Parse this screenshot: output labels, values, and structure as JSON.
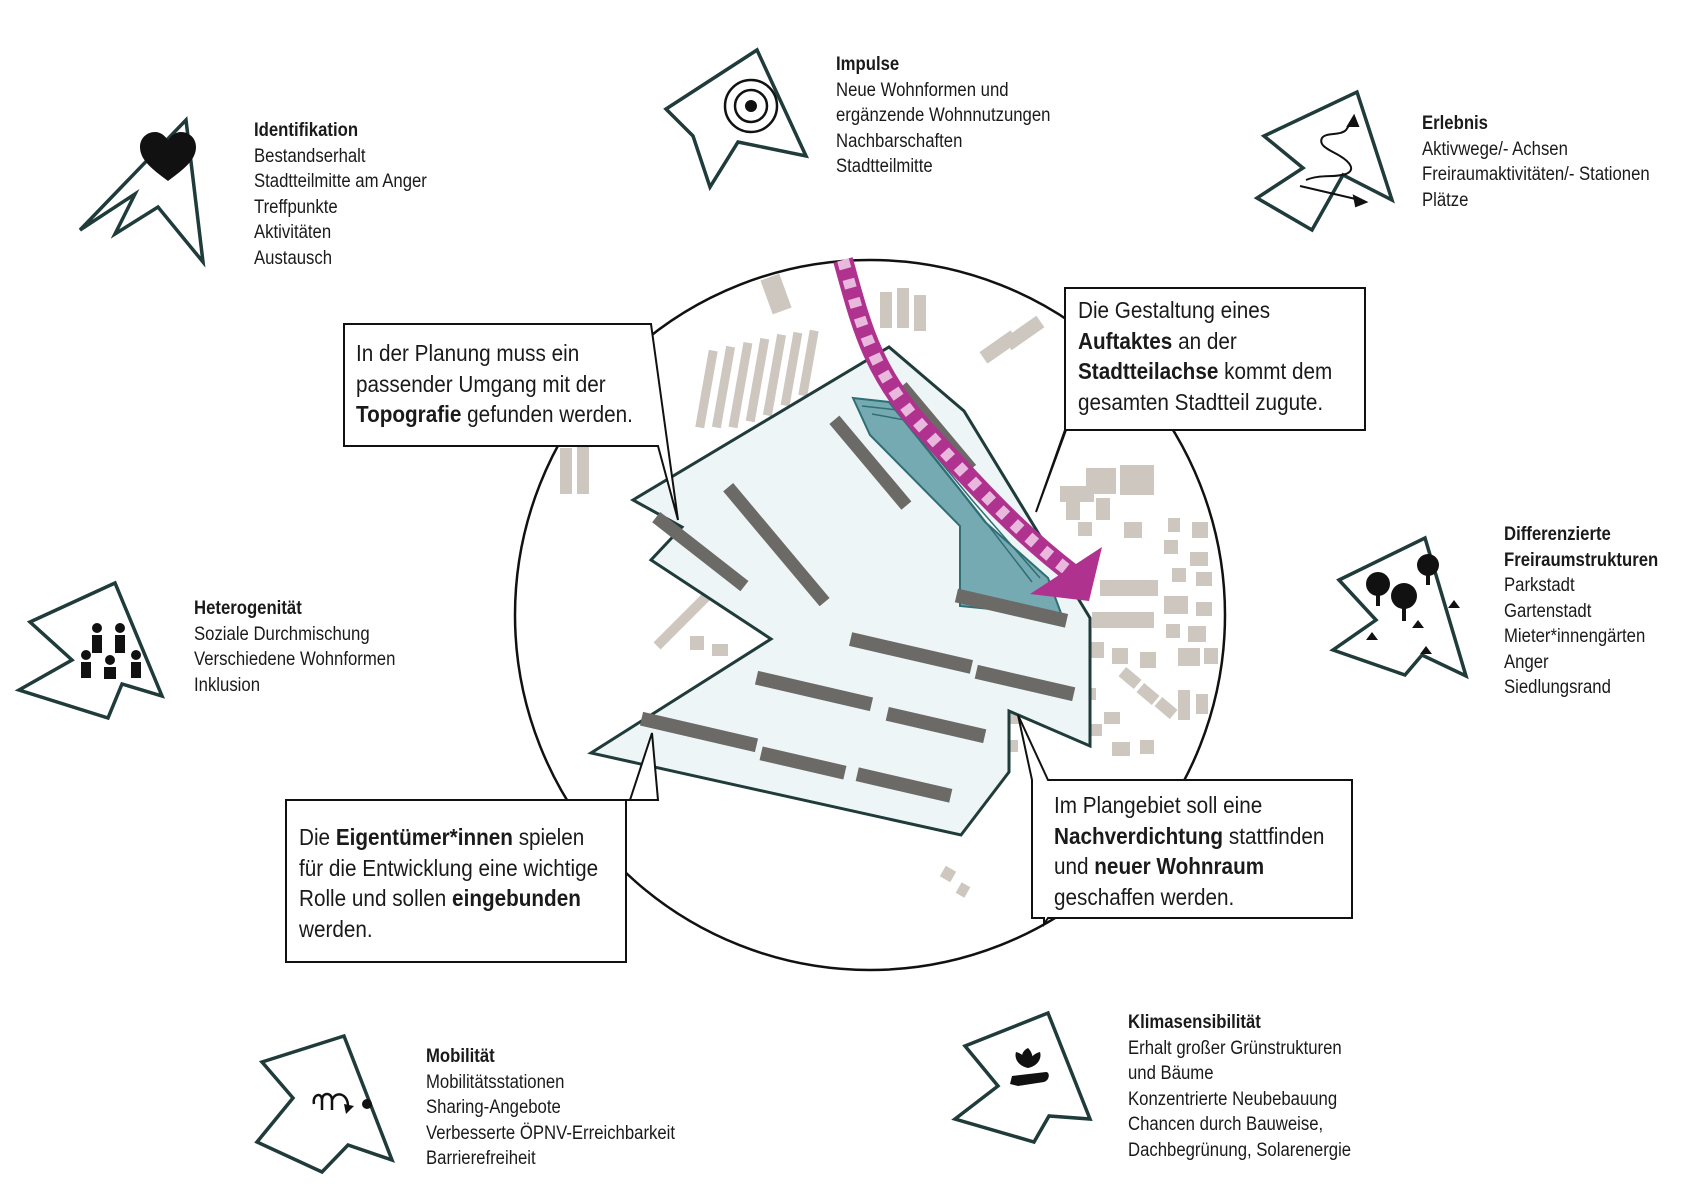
{
  "colors": {
    "outline": "#1f3b3a",
    "area_fill": "#eef5f7",
    "teal": "#76aab2",
    "magenta": "#b0328f",
    "dark_building": "#6c6a66",
    "light_building": "#cdc7c0"
  },
  "themes": [
    {
      "id": "identifikation",
      "icon": "heart-icon",
      "title": "Identifikation",
      "lines": [
        "Bestandserhalt",
        "Stadtteilmitte am Anger",
        "Treffpunkte",
        "Aktivitäten",
        "Austausch"
      ]
    },
    {
      "id": "impulse",
      "icon": "target-icon",
      "title": "Impulse",
      "lines": [
        "Neue Wohnformen und",
        "ergänzende Wohnnutzungen",
        "Nachbarschaften",
        "Stadtteilmitte"
      ]
    },
    {
      "id": "erlebnis",
      "icon": "path-arrows-icon",
      "title": "Erlebnis",
      "lines": [
        "Aktivwege/- Achsen",
        "Freiraumaktivitäten/- Stationen",
        "Plätze"
      ]
    },
    {
      "id": "freiraum",
      "icon": "trees-icon",
      "title": "Differenzierte\nFreiraumstrukturen",
      "title_lines": [
        "Differenzierte",
        "Freiraumstrukturen"
      ],
      "lines": [
        "Parkstadt",
        "Gartenstadt",
        "Mieter*innengärten",
        "Anger",
        "Siedlungsrand"
      ]
    },
    {
      "id": "heterogenitaet",
      "icon": "people-icon",
      "title": "Heterogenität",
      "lines": [
        "Soziale Durchmischung",
        "Verschiedene Wohnformen",
        "Inklusion"
      ]
    },
    {
      "id": "mobilitaet",
      "icon": "mobility-icon",
      "title": "Mobilität",
      "lines": [
        "Mobilitätsstationen",
        "Sharing-Angebote",
        "Verbesserte ÖPNV-Erreichbarkeit",
        "Barrierefreiheit"
      ]
    },
    {
      "id": "klima",
      "icon": "plant-hand-icon",
      "title": "Klimasensibilität",
      "lines": [
        "Erhalt großer Grünstrukturen",
        "und Bäume",
        "Konzentrierte Neubebauung",
        "Chancen durch Bauweise,",
        "Dachbegrünung, Solarenergie"
      ]
    }
  ],
  "callouts": [
    {
      "id": "topografie",
      "lines": [
        [
          {
            "t": "In der Planung muss ein"
          }
        ],
        [
          {
            "t": "passender Umgang mit der"
          }
        ],
        [
          {
            "t": "Topografie",
            "b": true
          },
          {
            "t": " gefunden werden."
          }
        ]
      ]
    },
    {
      "id": "auftakt",
      "lines": [
        [
          {
            "t": "Die Gestaltung eines"
          }
        ],
        [
          {
            "t": "Auftaktes",
            "b": true
          },
          {
            "t": " an der"
          }
        ],
        [
          {
            "t": "Stadtteilachse",
            "b": true
          },
          {
            "t": " kommt dem"
          }
        ],
        [
          {
            "t": "gesamten Stadtteil zugute."
          }
        ]
      ]
    },
    {
      "id": "eigentuemer",
      "lines": [
        [
          {
            "t": "Die "
          },
          {
            "t": "Eigentümer*innen",
            "b": true
          },
          {
            "t": " spielen"
          }
        ],
        [
          {
            "t": "für die Entwicklung eine wichtige"
          }
        ],
        [
          {
            "t": "Rolle und sollen "
          },
          {
            "t": "eingebunden",
            "b": true
          }
        ],
        [
          {
            "t": "werden."
          }
        ]
      ]
    },
    {
      "id": "nachverdichtung",
      "lines": [
        [
          {
            "t": "Im Plangebiet soll eine"
          }
        ],
        [
          {
            "t": "Nachverdichtung",
            "b": true
          },
          {
            "t": " stattfinden"
          }
        ],
        [
          {
            "t": "und "
          },
          {
            "t": "neuer Wohnraum",
            "b": true
          }
        ],
        [
          {
            "t": "geschaffen werden."
          }
        ]
      ]
    }
  ]
}
